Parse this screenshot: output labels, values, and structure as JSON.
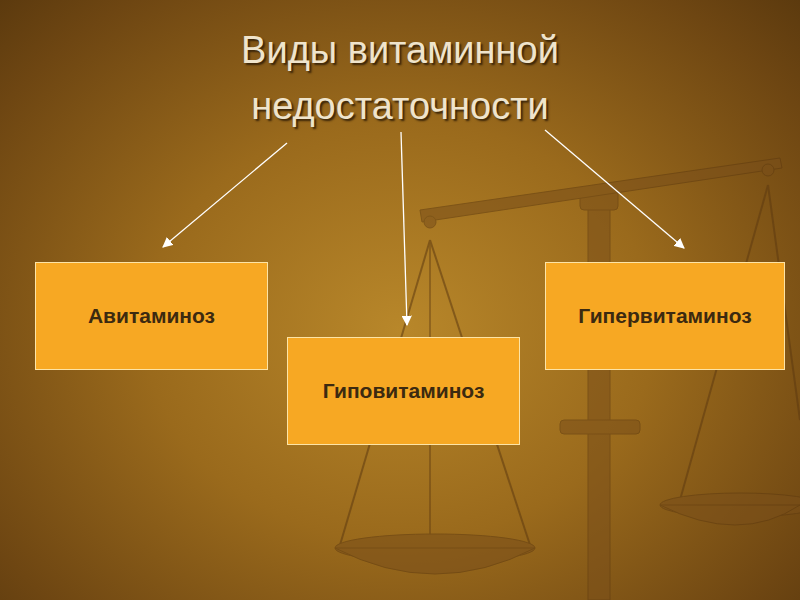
{
  "diagram": {
    "title": "Виды витаминной недостаточности",
    "nodes": [
      {
        "text": [
          "Авитаминоз"
        ]
      },
      {
        "text": [
          "Гиповитаминоз"
        ]
      },
      {
        "text": [
          "Гипервитаминоз"
        ]
      }
    ]
  }
}
